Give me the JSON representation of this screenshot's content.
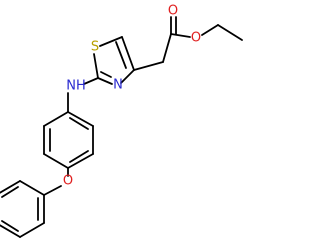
{
  "molecule": {
    "atom_labels": {
      "sulfur": "S",
      "ring_nitrogen": "N",
      "amine": "NH",
      "ester_oxygen_carbonyl": "O",
      "ester_oxygen": "O",
      "ether_oxygen": "O"
    },
    "colors": {
      "bond": "#000000",
      "sulfur": "#b8a000",
      "nitrogen": "#2a2ad0",
      "oxygen": "#e02020"
    }
  }
}
